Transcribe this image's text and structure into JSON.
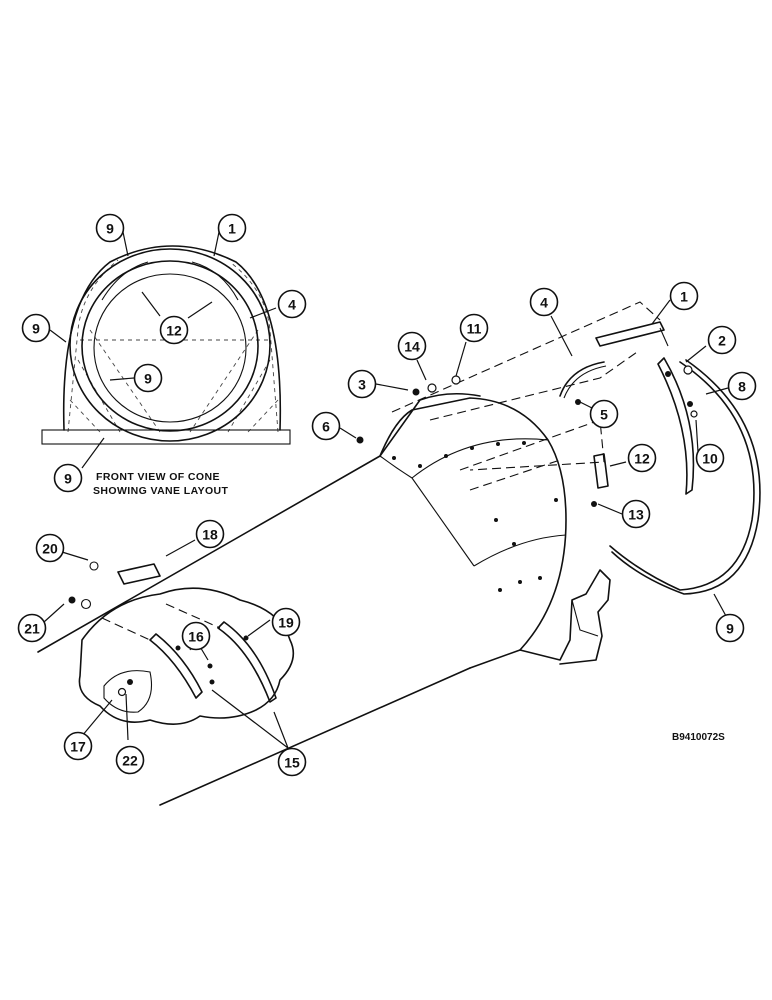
{
  "caption": {
    "line1": "FRONT VIEW OF CONE",
    "line2": "SHOWING VANE LAYOUT"
  },
  "reference": "B9410072S",
  "balloons": [
    {
      "id": "b-9-a",
      "label": "9"
    },
    {
      "id": "b-1-a",
      "label": "1"
    },
    {
      "id": "b-4-a",
      "label": "4"
    },
    {
      "id": "b-9-b",
      "label": "9"
    },
    {
      "id": "b-12-a",
      "label": "12"
    },
    {
      "id": "b-9-c",
      "label": "9"
    },
    {
      "id": "b-9-d",
      "label": "9"
    },
    {
      "id": "b-4-b",
      "label": "4"
    },
    {
      "id": "b-1-b",
      "label": "1"
    },
    {
      "id": "b-2",
      "label": "2"
    },
    {
      "id": "b-14",
      "label": "14"
    },
    {
      "id": "b-11",
      "label": "11"
    },
    {
      "id": "b-3",
      "label": "3"
    },
    {
      "id": "b-8",
      "label": "8"
    },
    {
      "id": "b-5",
      "label": "5"
    },
    {
      "id": "b-6",
      "label": "6"
    },
    {
      "id": "b-10",
      "label": "10"
    },
    {
      "id": "b-12-b",
      "label": "12"
    },
    {
      "id": "b-13",
      "label": "13"
    },
    {
      "id": "b-18",
      "label": "18"
    },
    {
      "id": "b-20",
      "label": "20"
    },
    {
      "id": "b-21",
      "label": "21"
    },
    {
      "id": "b-19",
      "label": "19"
    },
    {
      "id": "b-16",
      "label": "16"
    },
    {
      "id": "b-9-e",
      "label": "9"
    },
    {
      "id": "b-17",
      "label": "17"
    },
    {
      "id": "b-22",
      "label": "22"
    },
    {
      "id": "b-15",
      "label": "15"
    }
  ]
}
